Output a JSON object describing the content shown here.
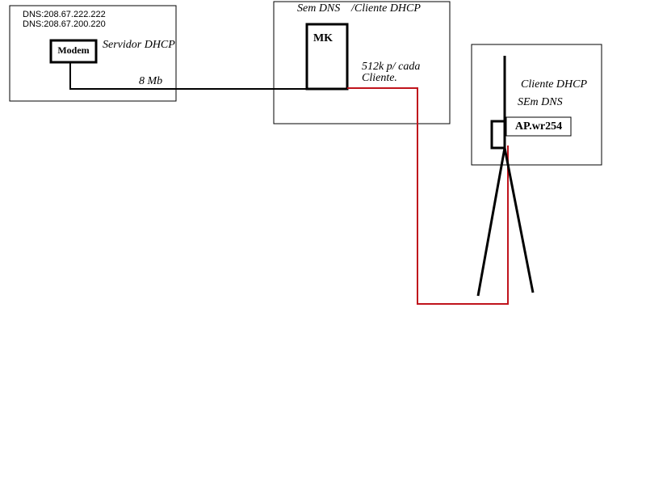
{
  "colors": {
    "wire_black": "#000000",
    "wire_red": "#c0141c",
    "frame": "#000000",
    "background": "#ffffff"
  },
  "left_site": {
    "dns_primary": "DNS:208.67.222.222",
    "dns_secondary": "DNS:208.67.200.220",
    "device_label": "Modem",
    "role_label": "Servidor DHCP"
  },
  "link_modem_mk": {
    "label": "8 Mb"
  },
  "middle_site": {
    "label_left": "Sem DNS",
    "label_right": "/Cliente DHCP",
    "device_label": "MK",
    "bandwidth_line1": "512k p/ cada",
    "bandwidth_line2": "Cliente."
  },
  "right_site": {
    "role_line1": "Cliente DHCP",
    "role_line2": "SEm DNS",
    "device_label": "AP.wr254",
    "antenna_icon": "tripod-antenna-icon"
  }
}
